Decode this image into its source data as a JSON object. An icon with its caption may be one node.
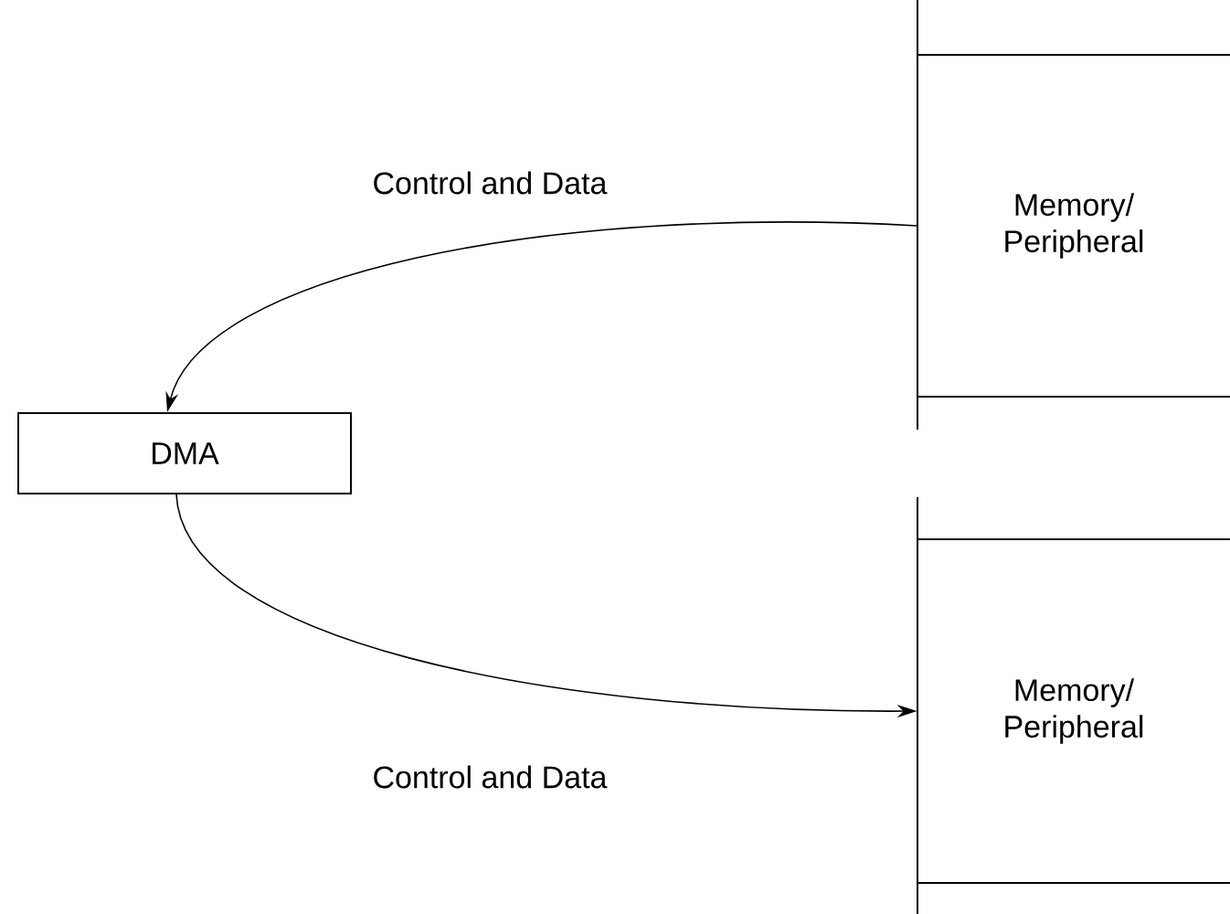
{
  "diagram": {
    "nodes": [
      {
        "text": [
          "Memory/ Peripheral"
        ]
      },
      {
        "text": [
          "DMA"
        ]
      },
      {
        "text": [
          "Memory/ Peripheral"
        ]
      }
    ],
    "edges": [
      {
        "from": 0,
        "to": 1,
        "arrow": "to",
        "label": "Control and Data"
      },
      {
        "from": 1,
        "to": 2,
        "arrow": "to",
        "label": "Control and Data"
      }
    ]
  }
}
